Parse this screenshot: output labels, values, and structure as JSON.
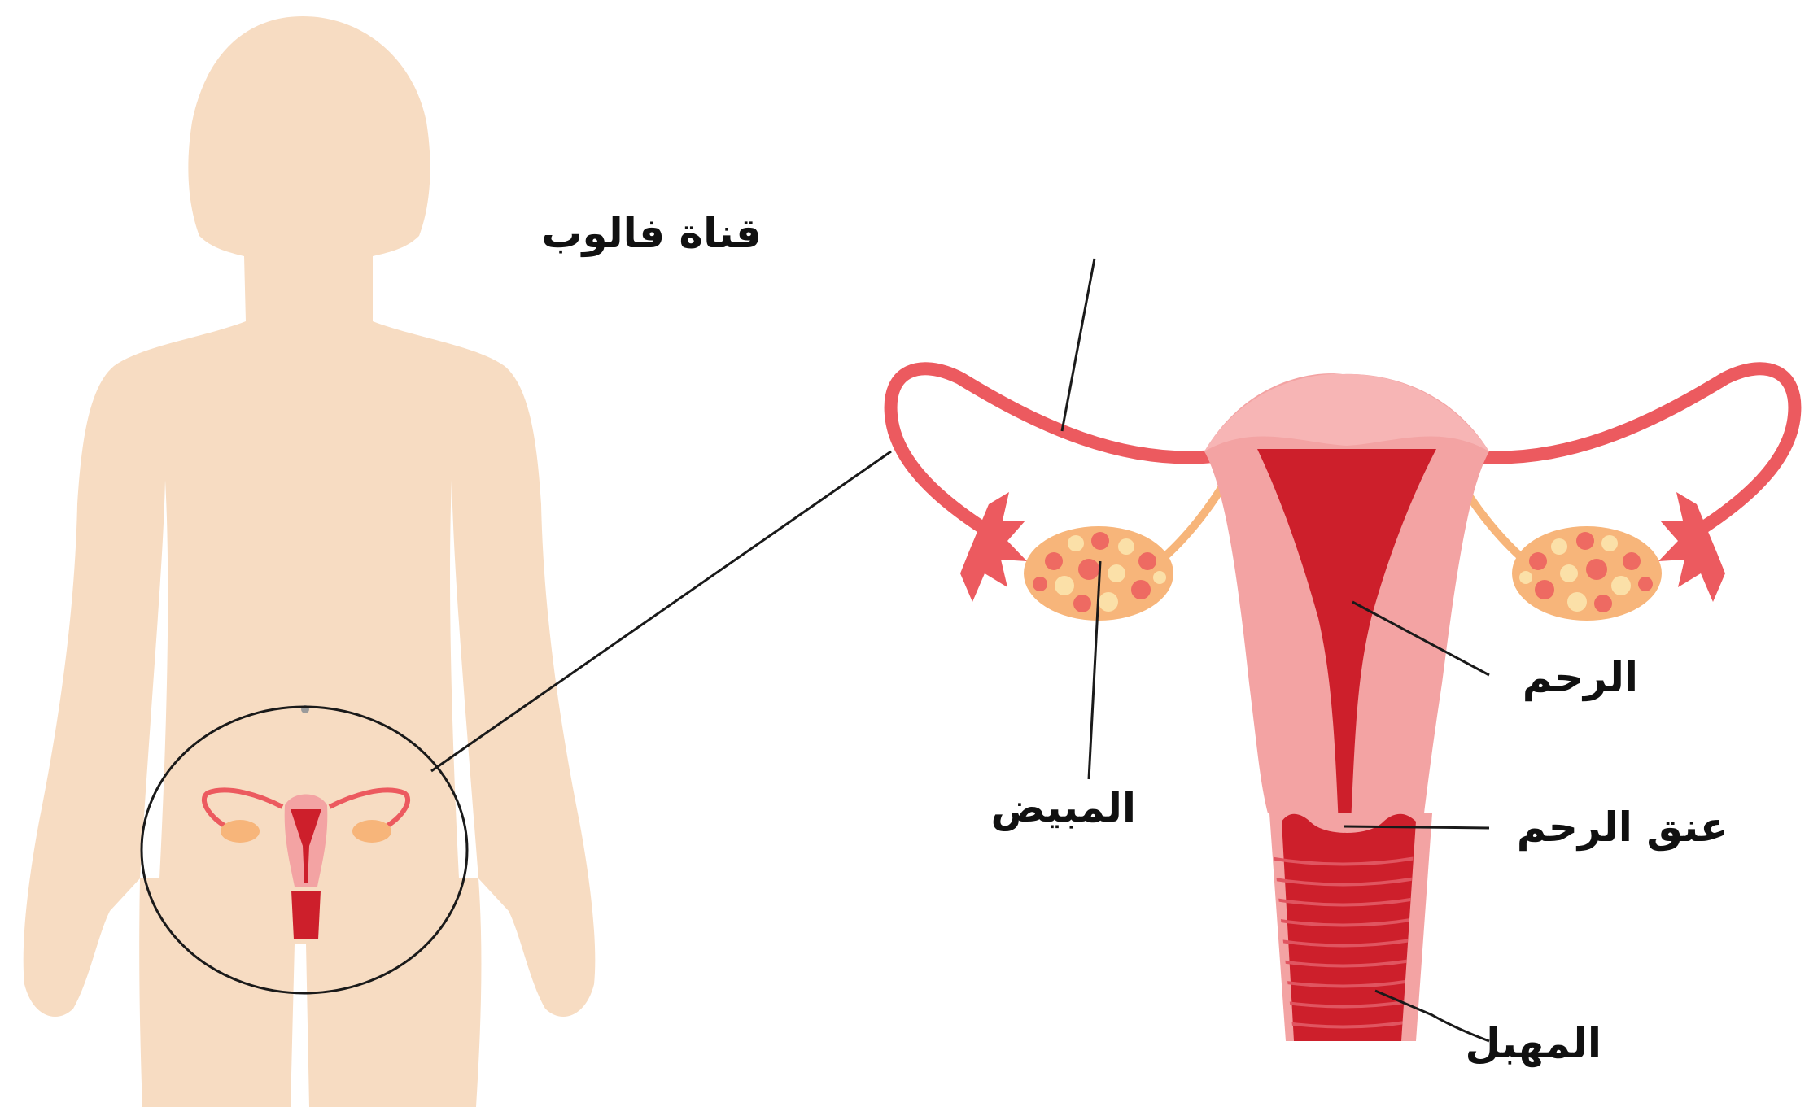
{
  "labels": {
    "fallopian_tube": "قناة فالوب",
    "ovary": "المبيض",
    "uterus": "الرحم",
    "cervix": "عنق الرحم",
    "vagina": "المهبل"
  },
  "colors": {
    "skin": "#f7dcc2",
    "organ_light": "#f3a3a3",
    "organ_dark": "#cd1f2b",
    "tube": "#ec5a5f",
    "ovary_fill": "#f7b57a",
    "ovary_spots": "#ee6a62",
    "ovary_spots_light": "#fbe0a8",
    "leader_line": "#1a1a1a"
  }
}
